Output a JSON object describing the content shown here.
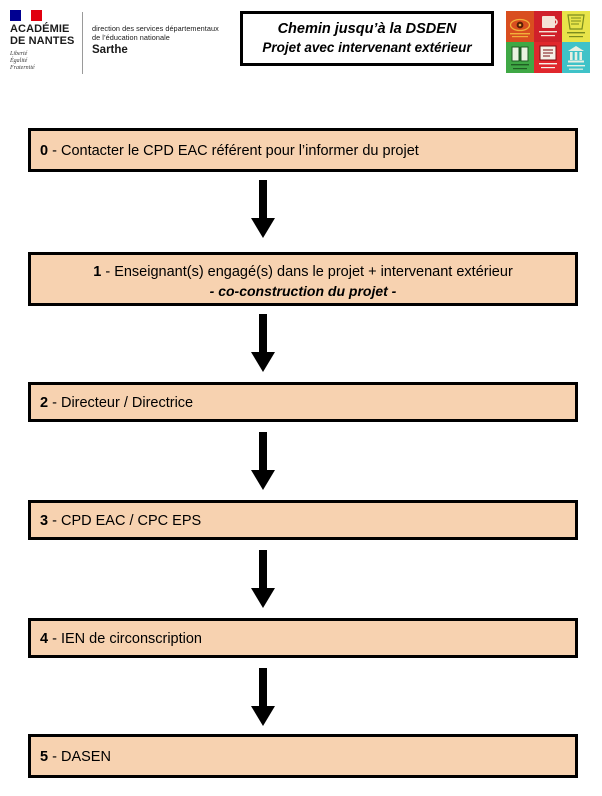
{
  "header": {
    "academy": {
      "flag_icon": "french-flag-icon",
      "name_line1": "ACADÉMIE",
      "name_line2": "DE NANTES",
      "motto_line1": "Liberté",
      "motto_line2": "Égalité",
      "motto_line3": "Fraternité"
    },
    "dsden": {
      "line1": "direction des services départementaux",
      "line2": "de l’éducation nationale",
      "department": "Sarthe"
    },
    "title": {
      "line1": "Chemin jusqu’à la DSDEN",
      "line2": "Projet avec intervenant extérieur"
    },
    "mosaic": {
      "label": "arts-et-culture-mosaic",
      "tiles": [
        {
          "name": "tile-arts-visuels",
          "bg": "#D94E1F",
          "fg": "#F2B03A"
        },
        {
          "name": "tile-musique",
          "bg": "#D0202A",
          "fg": "#F4E3D7"
        },
        {
          "name": "tile-theatre",
          "bg": "#E8E44A",
          "fg": "#7A8C1E"
        },
        {
          "name": "tile-lecture",
          "bg": "#3FA845",
          "fg": "#1F5E23"
        },
        {
          "name": "tile-cinema",
          "bg": "#E0272D",
          "fg": "#F5F0E8"
        },
        {
          "name": "tile-patrimoine",
          "bg": "#3FC2C8",
          "fg": "#E8EFE2"
        }
      ]
    }
  },
  "flow": {
    "box_fill": "#F7D2B0",
    "border_color": "#000000",
    "arrow_color": "#000000",
    "steps": [
      {
        "number": "0",
        "dash": " - ",
        "line1": "Contacter le CPD EAC référent pour l’informer du projet",
        "line2": "",
        "centered": false
      },
      {
        "number": "1",
        "dash": " - ",
        "line1": "Enseignant(s) engagé(s) dans le projet + intervenant extérieur",
        "line2": "- co-construction du projet -",
        "centered": true
      },
      {
        "number": "2",
        "dash": " - ",
        "line1": "Directeur / Directrice",
        "line2": "",
        "centered": false
      },
      {
        "number": "3",
        "dash": " - ",
        "line1": "CPD EAC / CPC EPS",
        "line2": "",
        "centered": false
      },
      {
        "number": "4",
        "dash": " - ",
        "line1": "IEN de circonscription",
        "line2": "",
        "centered": false
      },
      {
        "number": "5",
        "dash": " -  ",
        "line1": "DASEN",
        "line2": "",
        "centered": false
      }
    ],
    "arrows": [
      {
        "name": "arrow-step0-to-step1"
      },
      {
        "name": "arrow-step1-to-step2"
      },
      {
        "name": "arrow-step2-to-step3"
      },
      {
        "name": "arrow-step3-to-step4"
      },
      {
        "name": "arrow-step4-to-step5"
      }
    ]
  }
}
